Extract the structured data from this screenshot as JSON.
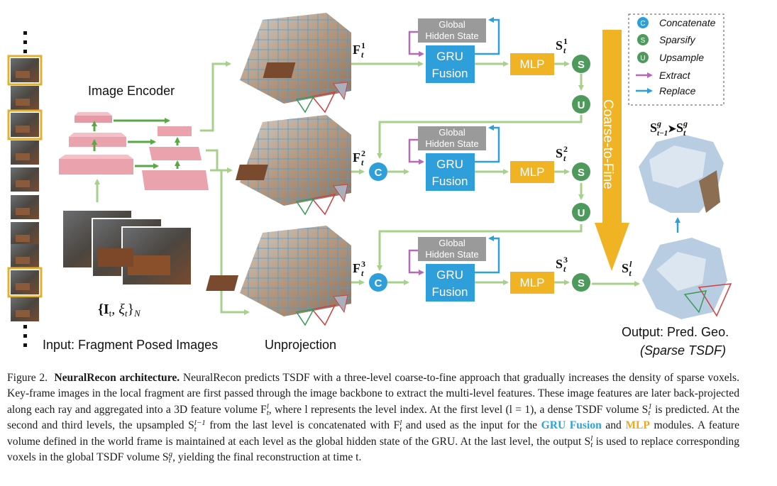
{
  "labels": {
    "image_encoder": "Image Encoder",
    "input_caption": "Input: Fragment Posed Images",
    "unprojection": "Unprojection",
    "output_title": "Output: Pred. Geo.",
    "output_subtitle": "(Sparse TSDF)",
    "coarse_to_fine": "Coarse-to-Fine",
    "input_set": "{I",
    "input_set_sub": "t",
    "input_set_mid": ", ξ",
    "input_set_close": "}",
    "input_set_N": "N"
  },
  "blocks": {
    "global_hidden_line1": "Global",
    "global_hidden_line2": "Hidden State",
    "gru_line1": "GRU",
    "gru_line2": "Fusion",
    "mlp": "MLP"
  },
  "ops": {
    "concat": "C",
    "sparsify": "S",
    "upsample": "U"
  },
  "math": {
    "F": "F",
    "S": "S",
    "t": "t",
    "levels": [
      "1",
      "2",
      "3"
    ],
    "level_l": "l",
    "g": "g",
    "t_minus_1": "t−1"
  },
  "legend": [
    {
      "symbol": "C",
      "label": "Concatenate"
    },
    {
      "symbol": "S",
      "label": "Sparsify"
    },
    {
      "symbol": "U",
      "label": "Upsample"
    },
    {
      "symbol": "arrow-purple",
      "label": "Extract"
    },
    {
      "symbol": "arrow-blue",
      "label": "Replace"
    }
  ],
  "colors": {
    "green_arrow": "#a8d08d",
    "blue_block": "#2e9fdb",
    "gray_block": "#9a9a9a",
    "mlp": "#f0b323",
    "concat_circle": "#2e9fdb",
    "s_circle": "#4d9a5c",
    "purple": "#b46ab5",
    "pink_layer": "#eaa3ac"
  },
  "caption": {
    "figure_label": "Figure 2.",
    "title": "NeuralRecon architecture.",
    "line1": "NeuralRecon predicts TSDF with a three-level coarse-to-fine approach that gradually increases the",
    "line2": "density of sparse voxels. Key-frame images in the local fragment are first passed through the image backbone to extract the multi-level",
    "line3": "features. These image features are later back-projected along each ray and aggregated into a 3D feature volume F",
    "line3_sup": "l",
    "line3_sub": "t",
    "line3_end": ", where l represents the",
    "line4": "level index. At the first level (l = 1), a dense TSDF volume S",
    "line4_sup": "1",
    "line4_sub": "t",
    "line4_end": " is predicted. At the second and third levels, the upsampled S",
    "line4_sup2": "l−1",
    "line4_sub2": "t",
    "line4_end2": " from the",
    "line5a": "last level is concatenated with F",
    "line5_sup": "l",
    "line5_sub": "t",
    "line5b": " and used as the input for the ",
    "line5_gru": "GRU Fusion",
    "line5_and": " and ",
    "line5_mlp": "MLP",
    "line5c": " modules. A feature volume defined in the world",
    "line6": "frame is maintained at each level as the global hidden state of the GRU. At the last level, the output S",
    "line6_sup": "l",
    "line6_sub": "t",
    "line6_end": " is used to replace corresponding",
    "line7": "voxels in the global TSDF volume S",
    "line7_sup": "g",
    "line7_sub": "t",
    "line7_end": ", yielding the final reconstruction at time t."
  }
}
